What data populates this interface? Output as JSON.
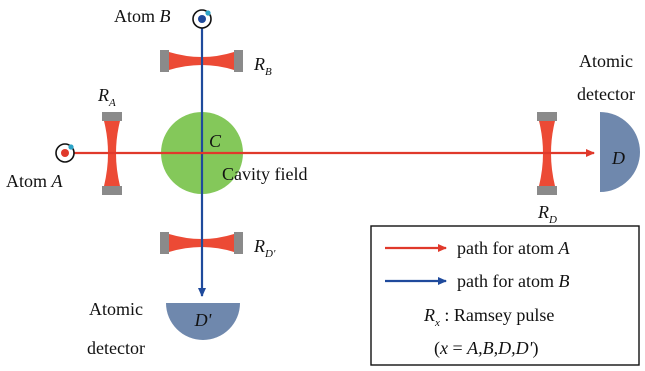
{
  "atom_a": {
    "label": "Atom ",
    "symbol": "A"
  },
  "atom_b": {
    "label": "Atom ",
    "symbol": "B"
  },
  "cavity": {
    "symbol": "C",
    "label": "Cavity field"
  },
  "pulse_labels": {
    "ra": {
      "base": "R",
      "sub": "A"
    },
    "rb": {
      "base": "R",
      "sub": "B"
    },
    "rd": {
      "base": "R",
      "sub": "D"
    },
    "rdp": {
      "base": "R",
      "sub": "D'"
    }
  },
  "detector_right": {
    "line1": "Atomic",
    "line2": "detector",
    "symbol": "D"
  },
  "detector_bottom": {
    "line1": "Atomic",
    "line2": "detector",
    "symbol": "D'"
  },
  "legend": {
    "path_a": {
      "text": "path for atom ",
      "symbol": "A"
    },
    "path_b": {
      "text": "path for atom ",
      "symbol": "B"
    },
    "ramsey": {
      "base": "R",
      "sub": "x",
      "text": " :  Ramsey pulse"
    },
    "values": {
      "open": "(",
      "var": "x",
      "eq": " = ",
      "list": "A,B,D,D'",
      "close": ")"
    }
  },
  "colors": {
    "path_a": "#e0392b",
    "path_b": "#1f4a9c",
    "cavity": "#84c85a",
    "detector": "#6f88ad",
    "mirror": "#8a8a8a",
    "beam": "#ec4a35",
    "atom_dot": "#2ba3c7"
  }
}
